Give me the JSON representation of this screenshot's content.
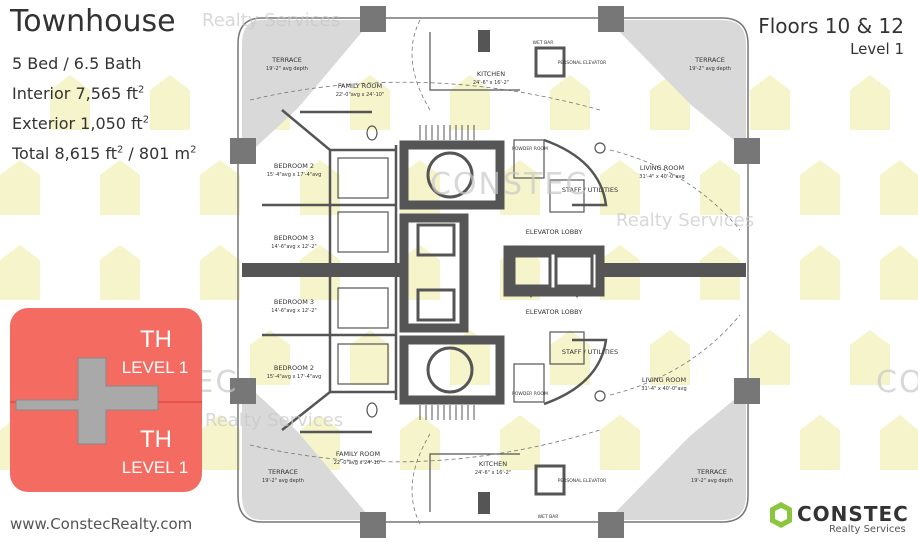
{
  "header": {
    "title": "Townhouse",
    "beds_baths": "5 Bed / 6.5 Bath",
    "interior": "Interior 7,565 ft",
    "exterior": "Exterior 1,050 ft",
    "total_a": "Total 8,615 ft",
    "total_b": " / 801 m",
    "sq": "2"
  },
  "corner": {
    "floors": "Floors 10 & 12",
    "level": "Level 1"
  },
  "keyplan": {
    "top_th": "TH",
    "top_level": "LEVEL 1",
    "bottom_th": "TH",
    "bottom_level": "LEVEL 1"
  },
  "footer": {
    "website": "www.ConstecRealty.com",
    "brand": "CONSTEC",
    "brand_sub": "Realty Services"
  },
  "watermark": {
    "word": "CONSTEC",
    "sub": "Realty Services"
  },
  "rooms": {
    "terrace_tl": "TERRACE",
    "terrace_tl_dim": "19'-2\" avg depth",
    "terrace_tr": "TERRACE",
    "terrace_tr_dim": "19'-2\" avg depth",
    "terrace_bl": "TERRACE",
    "terrace_bl_dim": "19'-2\" avg depth",
    "terrace_br": "TERRACE",
    "terrace_br_dim": "19'-2\" avg depth",
    "family_top": "FAMILY ROOM",
    "family_top_dim": "22'-0\"avg x 24'-10\"",
    "family_bot": "FAMILY ROOM",
    "family_bot_dim": "22'-0\"avg x 24'-10\"",
    "kitchen_top": "KITCHEN",
    "kitchen_top_dim": "24'-6\" x 16'-2\"",
    "kitchen_bot": "KITCHEN",
    "kitchen_bot_dim": "24'-6\" x 16'-2\"",
    "wet_bar_top": "WET BAR",
    "wet_bar_bot": "WET BAR",
    "elev_top": "PERSONAL ELEVATOR",
    "elev_bot": "PERSONAL ELEVATOR",
    "bed2_top": "BEDROOM 2",
    "bed2_top_dim": "15'-4\"avg x 17'-4\"avg",
    "bed3_top": "BEDROOM 3",
    "bed3_top_dim": "14'-6\"avg x 12'-2\"",
    "bed3_bot": "BEDROOM 3",
    "bed3_bot_dim": "14'-6\"avg x 12'-2\"",
    "bed2_bot": "BEDROOM 2",
    "bed2_bot_dim": "15'-4\"avg x 17'-4\"avg",
    "living_top": "LIVING ROOM",
    "living_top_dim": "31'-4\" x 40'-0\"avg",
    "living_bot": "LIVING ROOM",
    "living_bot_dim": "31'-4\" x 40'-0\"avg",
    "staff_top": "STAFF / UTILITIES",
    "staff_bot": "STAFF / UTILITIES",
    "lobby_top": "ELEVATOR LOBBY",
    "lobby_bot": "ELEVATOR LOBBY",
    "powder_top": "POWDER ROOM",
    "powder_bot": "POWDER ROOM"
  },
  "colors": {
    "keyplan_red": "#f36b61",
    "keyplan_core": "#a9a9a9",
    "terrace_gray": "#d9d9d9",
    "wall": "#555555",
    "column": "#777777",
    "watermark_yellow": "#f4f2c2",
    "brand_green": "#8cc63f"
  }
}
